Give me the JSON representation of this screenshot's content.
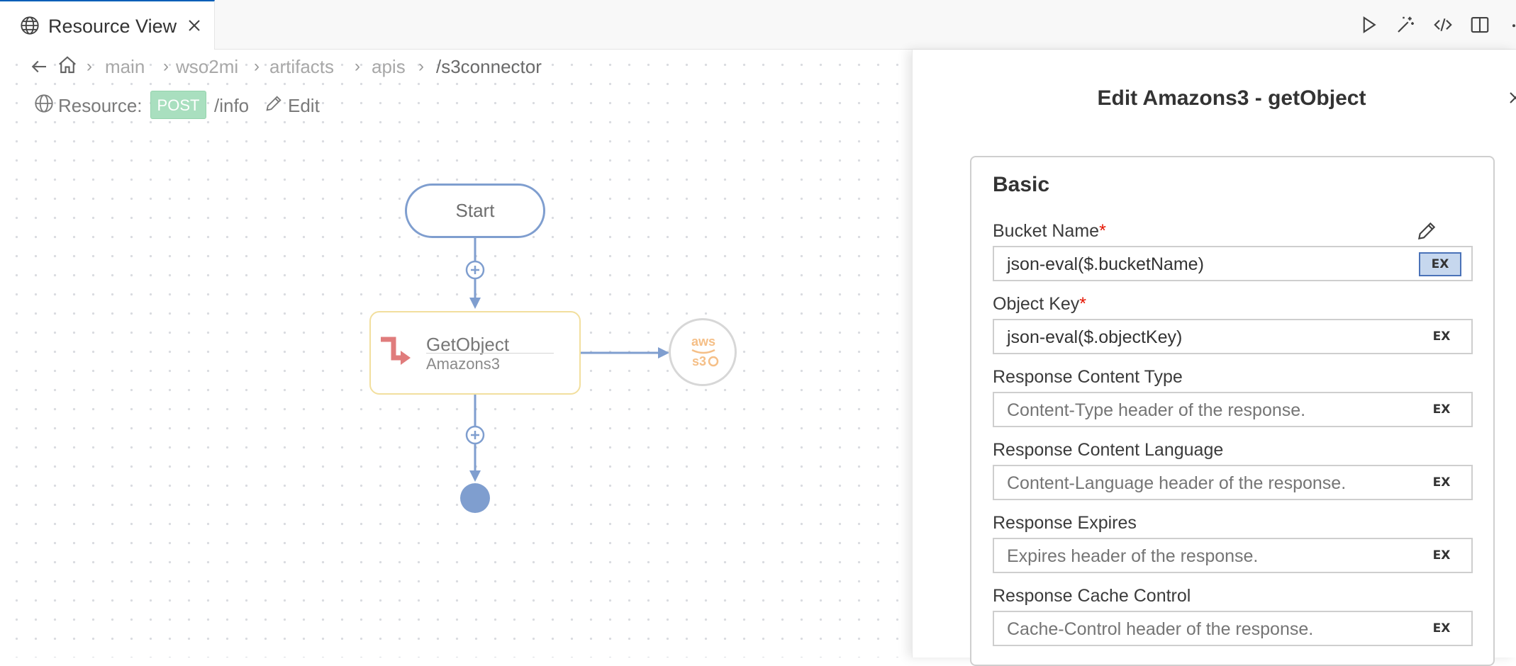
{
  "tab": {
    "title": "Resource View"
  },
  "breadcrumb": {
    "items": [
      "main",
      "wso2mi",
      "artifacts",
      "apis"
    ],
    "current": "/s3connector"
  },
  "resource": {
    "label": "Resource:",
    "method": "POST",
    "path": "/info",
    "edit_label": "Edit"
  },
  "diagram": {
    "start_label": "Start",
    "node_title": "GetObject",
    "node_subtitle": "Amazons3",
    "aws_text": "aws",
    "s3_text": "s3"
  },
  "panel": {
    "title": "Edit Amazons3 - getObject",
    "section_title": "Basic",
    "ex_label": "EX",
    "fields": [
      {
        "label": "Bucket Name",
        "required": "*",
        "value": "json-eval($.bucketName)",
        "placeholder": ""
      },
      {
        "label": "Object Key",
        "required": "*",
        "value": "json-eval($.objectKey)",
        "placeholder": ""
      },
      {
        "label": "Response Content Type",
        "required": "",
        "value": "",
        "placeholder": "Content-Type header of the response."
      },
      {
        "label": "Response Content Language",
        "required": "",
        "value": "",
        "placeholder": "Content-Language header of the response."
      },
      {
        "label": "Response Expires",
        "required": "",
        "value": "",
        "placeholder": "Expires header of the response."
      },
      {
        "label": "Response Cache Control",
        "required": "",
        "value": "",
        "placeholder": "Cache-Control header of the response."
      }
    ]
  },
  "colors": {
    "accent": "#005fb8",
    "node_border": "#7f9ecf",
    "post_badge": "#a9dfbf",
    "mediator_border": "#f2df9e",
    "required": "#e51400"
  }
}
